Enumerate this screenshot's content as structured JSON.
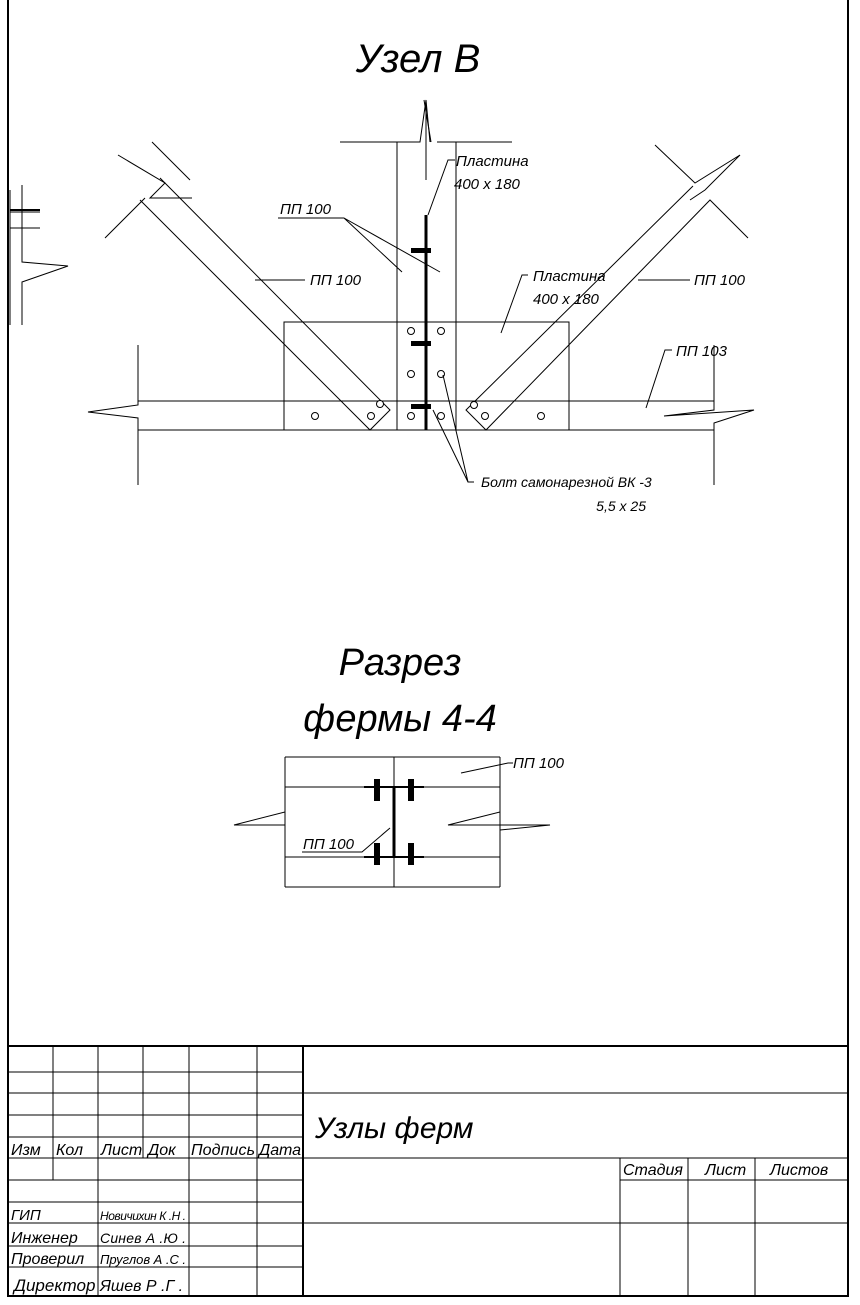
{
  "node_view": {
    "title": "Узел В",
    "labels": {
      "plate_top_1": "Пластина",
      "plate_top_2": "400 х 180",
      "pp100_left_post": "ПП 100",
      "pp100_left_diag": "ПП 100",
      "plate_mid_1": "Пластина",
      "plate_mid_2": "400 х 180",
      "pp100_right_diag": "ПП 100",
      "pp103": "ПП 103",
      "bolt_1": "Болт самонарезной ВК -3",
      "bolt_2": "5,5 х 25"
    }
  },
  "section_view": {
    "title_1": "Разрез",
    "title_2": "фермы  4-4",
    "labels": {
      "pp100_top": "ПП 100",
      "pp100_left": "ПП 100"
    }
  },
  "title_block": {
    "headers": [
      "Изм",
      "Кол",
      "Лист",
      "Док",
      "Подпись",
      "Дата"
    ],
    "drawing_title": "Узлы ферм",
    "stage_headers": [
      "Стадия",
      "Лист",
      "Листов"
    ],
    "staff": [
      {
        "role": "ГИП",
        "name": "Новичихин К .Н ."
      },
      {
        "role": "Инженер",
        "name": "Синев А .Ю ."
      },
      {
        "role": "Проверил",
        "name": "Пруглов А .С ."
      },
      {
        "role": "Директор",
        "name": "Яшев Р .Г ."
      }
    ]
  }
}
